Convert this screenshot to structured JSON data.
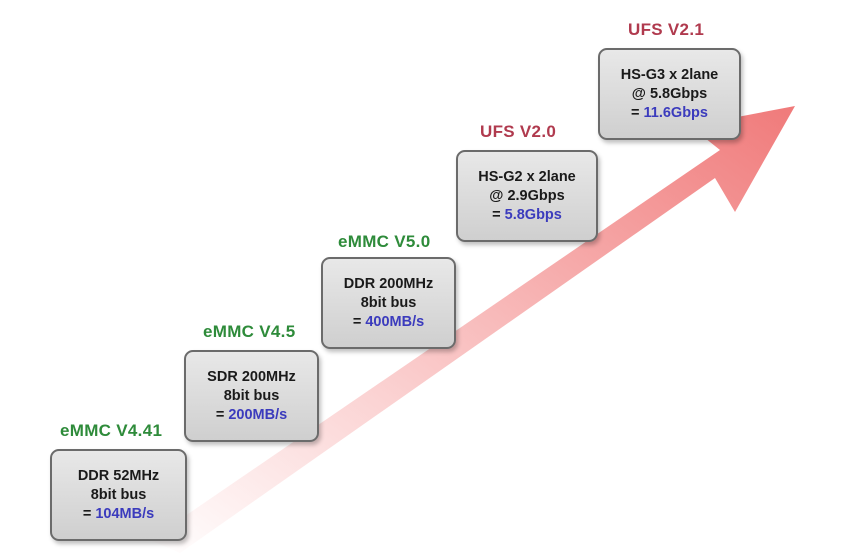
{
  "colors": {
    "emmc_label": "#2e8b3a",
    "ufs_label": "#b03a4e",
    "speed_value": "#3b3bbd",
    "arrow": "#f08080"
  },
  "stages": [
    {
      "name": "eMMC V4.41",
      "line1": "DDR 52MHz",
      "line2": "8bit bus",
      "prefix": "= ",
      "speed": "104MB/s"
    },
    {
      "name": "eMMC V4.5",
      "line1": "SDR 200MHz",
      "line2": "8bit bus",
      "prefix": "= ",
      "speed": "200MB/s"
    },
    {
      "name": "eMMC V5.0",
      "line1": "DDR 200MHz",
      "line2": "8bit bus",
      "prefix": "= ",
      "speed": "400MB/s"
    },
    {
      "name": "UFS V2.0",
      "line1": "HS-G2 x 2lane",
      "line2": "@ 2.9Gbps",
      "prefix": "= ",
      "speed": "5.8Gbps"
    },
    {
      "name": "UFS V2.1",
      "line1": "HS-G3 x 2lane",
      "line2": "@ 5.8Gbps",
      "prefix": "= ",
      "speed": "11.6Gbps"
    }
  ]
}
